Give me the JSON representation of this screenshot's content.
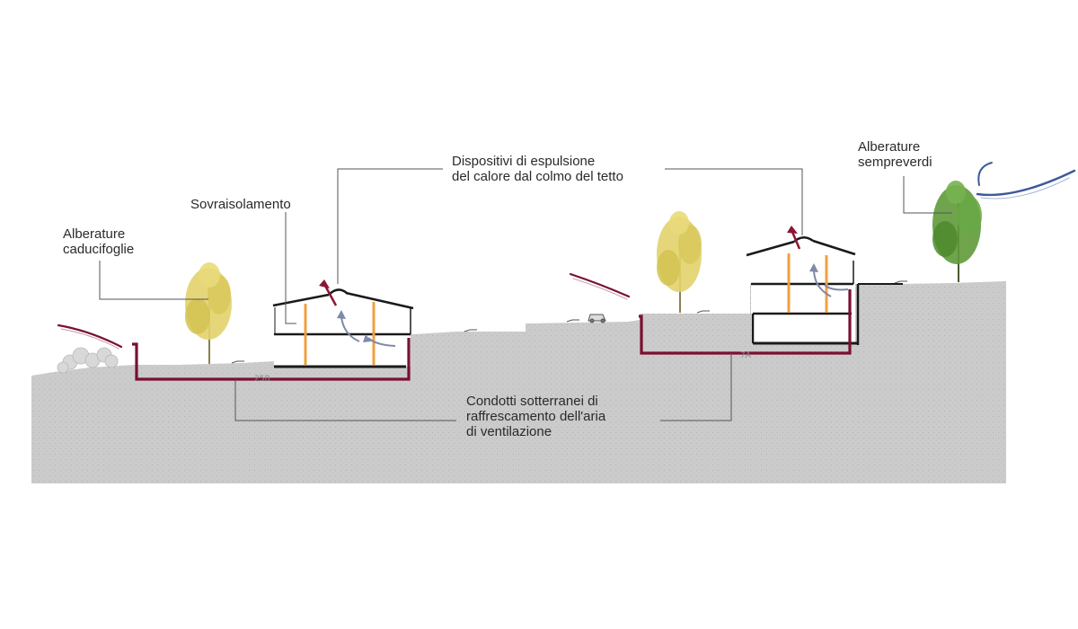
{
  "labels": {
    "alberature_caducifoglie": {
      "line1": "Alberature",
      "line2": "caducifoglie"
    },
    "sovraisolamento": {
      "line1": "Sovraisolamento"
    },
    "dispositivi": {
      "line1": "Dispositivi di espulsione",
      "line2": "del calore dal colmo del tetto"
    },
    "alberature_sempreverdi": {
      "line1": "Alberature",
      "line2": "sempreverdi"
    },
    "condotti": {
      "line1": "Condotti sotterranei di",
      "line2": "raffrescamento dell'aria",
      "line3": "di ventilazione"
    }
  },
  "section_tags": {
    "left": "25B",
    "right": "7A"
  },
  "colors": {
    "ground": "#c9c9c9",
    "duct": "#7a1030",
    "structure": "#1a1a1a",
    "column": "#f0a040",
    "airflow_arrow": "#7e8aa8",
    "exhaust_arrow": "#8c1434",
    "deciduous_tree": "#e2d36a",
    "evergreen_tree": "#5f9a3a",
    "wind": "#3c5a9a"
  },
  "icons": {
    "deciduous_tree": "tree-icon",
    "evergreen_tree": "evergreen-tree-icon",
    "exhaust_arrow": "arrow-up-icon",
    "airflow_arrow": "curved-arrow-icon",
    "wind": "wind-icon",
    "car": "car-icon"
  }
}
